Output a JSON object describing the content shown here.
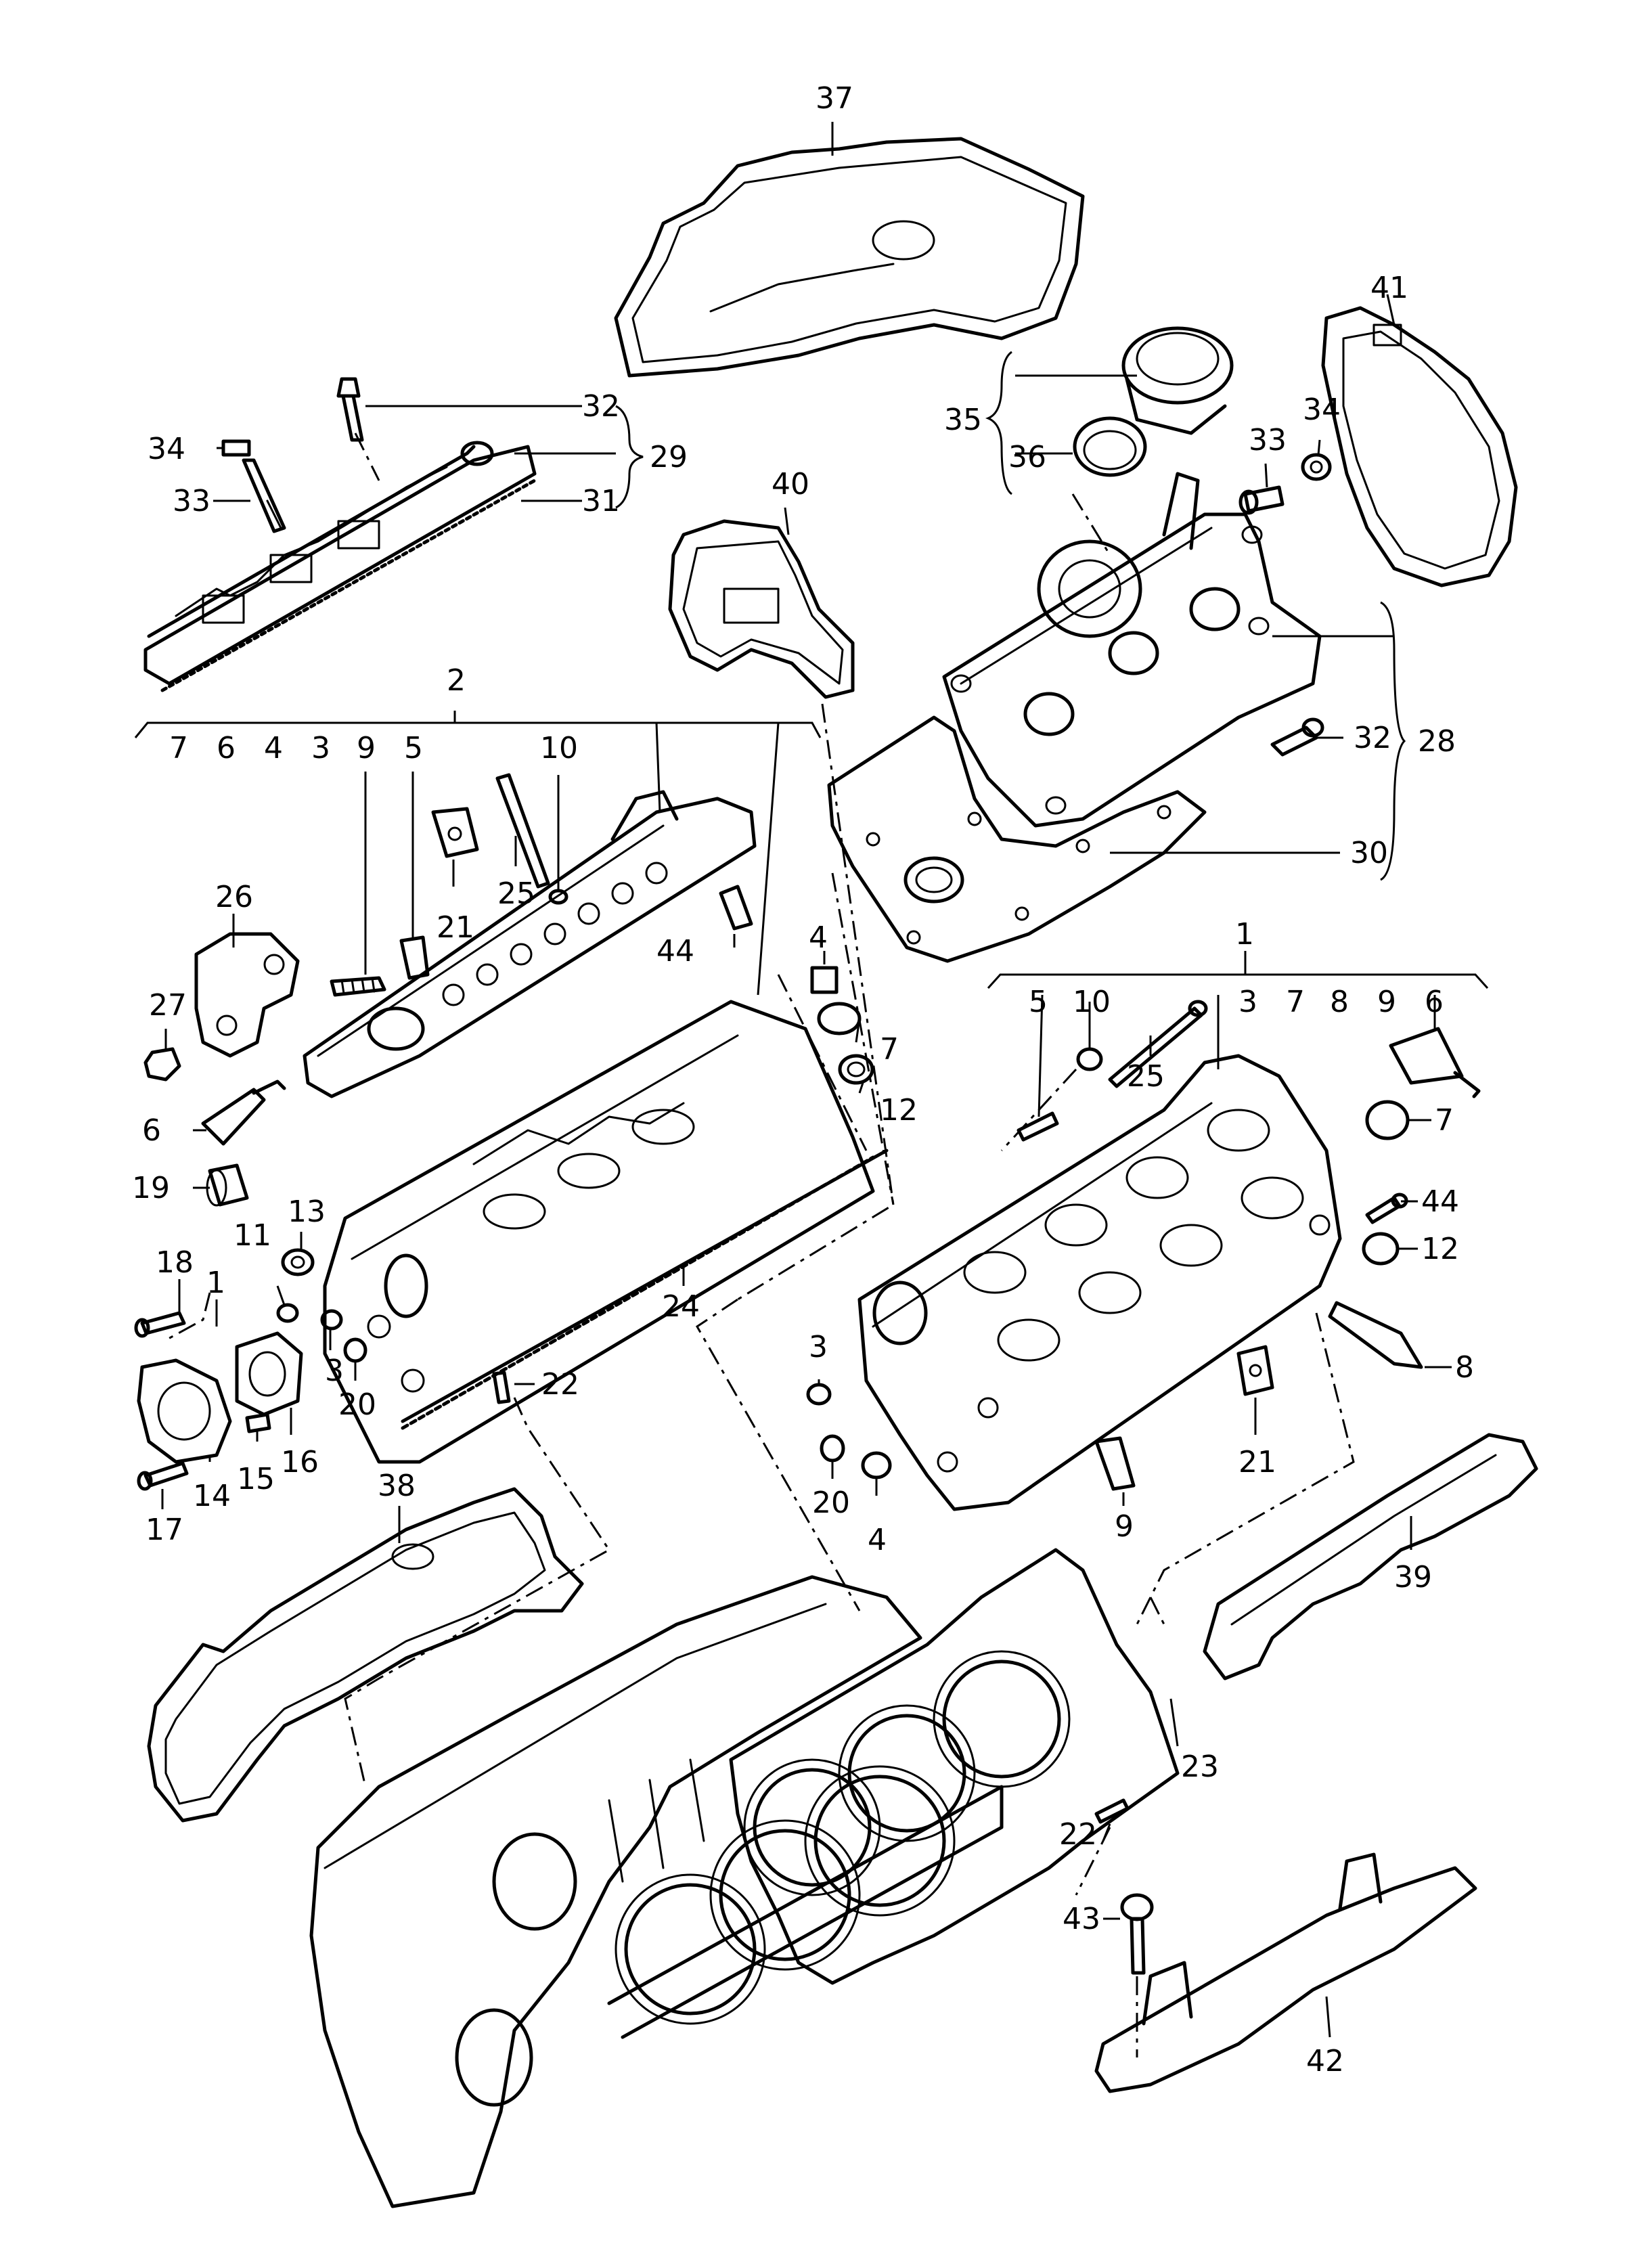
{
  "diagram": {
    "labels": {
      "p37": "37",
      "p41": "41",
      "p32a": "32",
      "p29": "29",
      "p34a": "34",
      "p33a": "33",
      "p31": "31",
      "p35": "35",
      "p36": "36",
      "p33b": "33",
      "p34b": "34",
      "p40": "40",
      "p32b": "32",
      "p28": "28",
      "p30": "30",
      "p2": "2",
      "g2_7": "7",
      "g2_6": "6",
      "g2_4": "4",
      "g2_3": "3",
      "g2_9": "9",
      "g2_5": "5",
      "g2_10": "10",
      "p21a": "21",
      "p25a": "25",
      "p26": "26",
      "p44a": "44",
      "p4a": "4",
      "p27": "27",
      "p7a": "7",
      "p12a": "12",
      "p6a": "6",
      "p19": "19",
      "p13": "13",
      "p11": "11",
      "p18": "18",
      "p1small": "1",
      "p3a": "3",
      "p20a": "20",
      "p22a": "22",
      "p24": "24",
      "p16": "16",
      "p15": "15",
      "p14": "14",
      "p17": "17",
      "p1": "1",
      "g1_5": "5",
      "g1_10": "10",
      "g1_3": "3",
      "g1_7": "7",
      "g1_8": "8",
      "g1_9": "9",
      "g1_6": "6",
      "p25b": "25",
      "p7b": "7",
      "p44b": "44",
      "p12b": "12",
      "p8": "8",
      "p3b": "3",
      "p21b": "21",
      "p20b": "20",
      "p4b": "4",
      "p9b": "9",
      "p38": "38",
      "p39": "39",
      "p23": "23",
      "p22b": "22",
      "p43": "43",
      "p42": "42"
    }
  }
}
